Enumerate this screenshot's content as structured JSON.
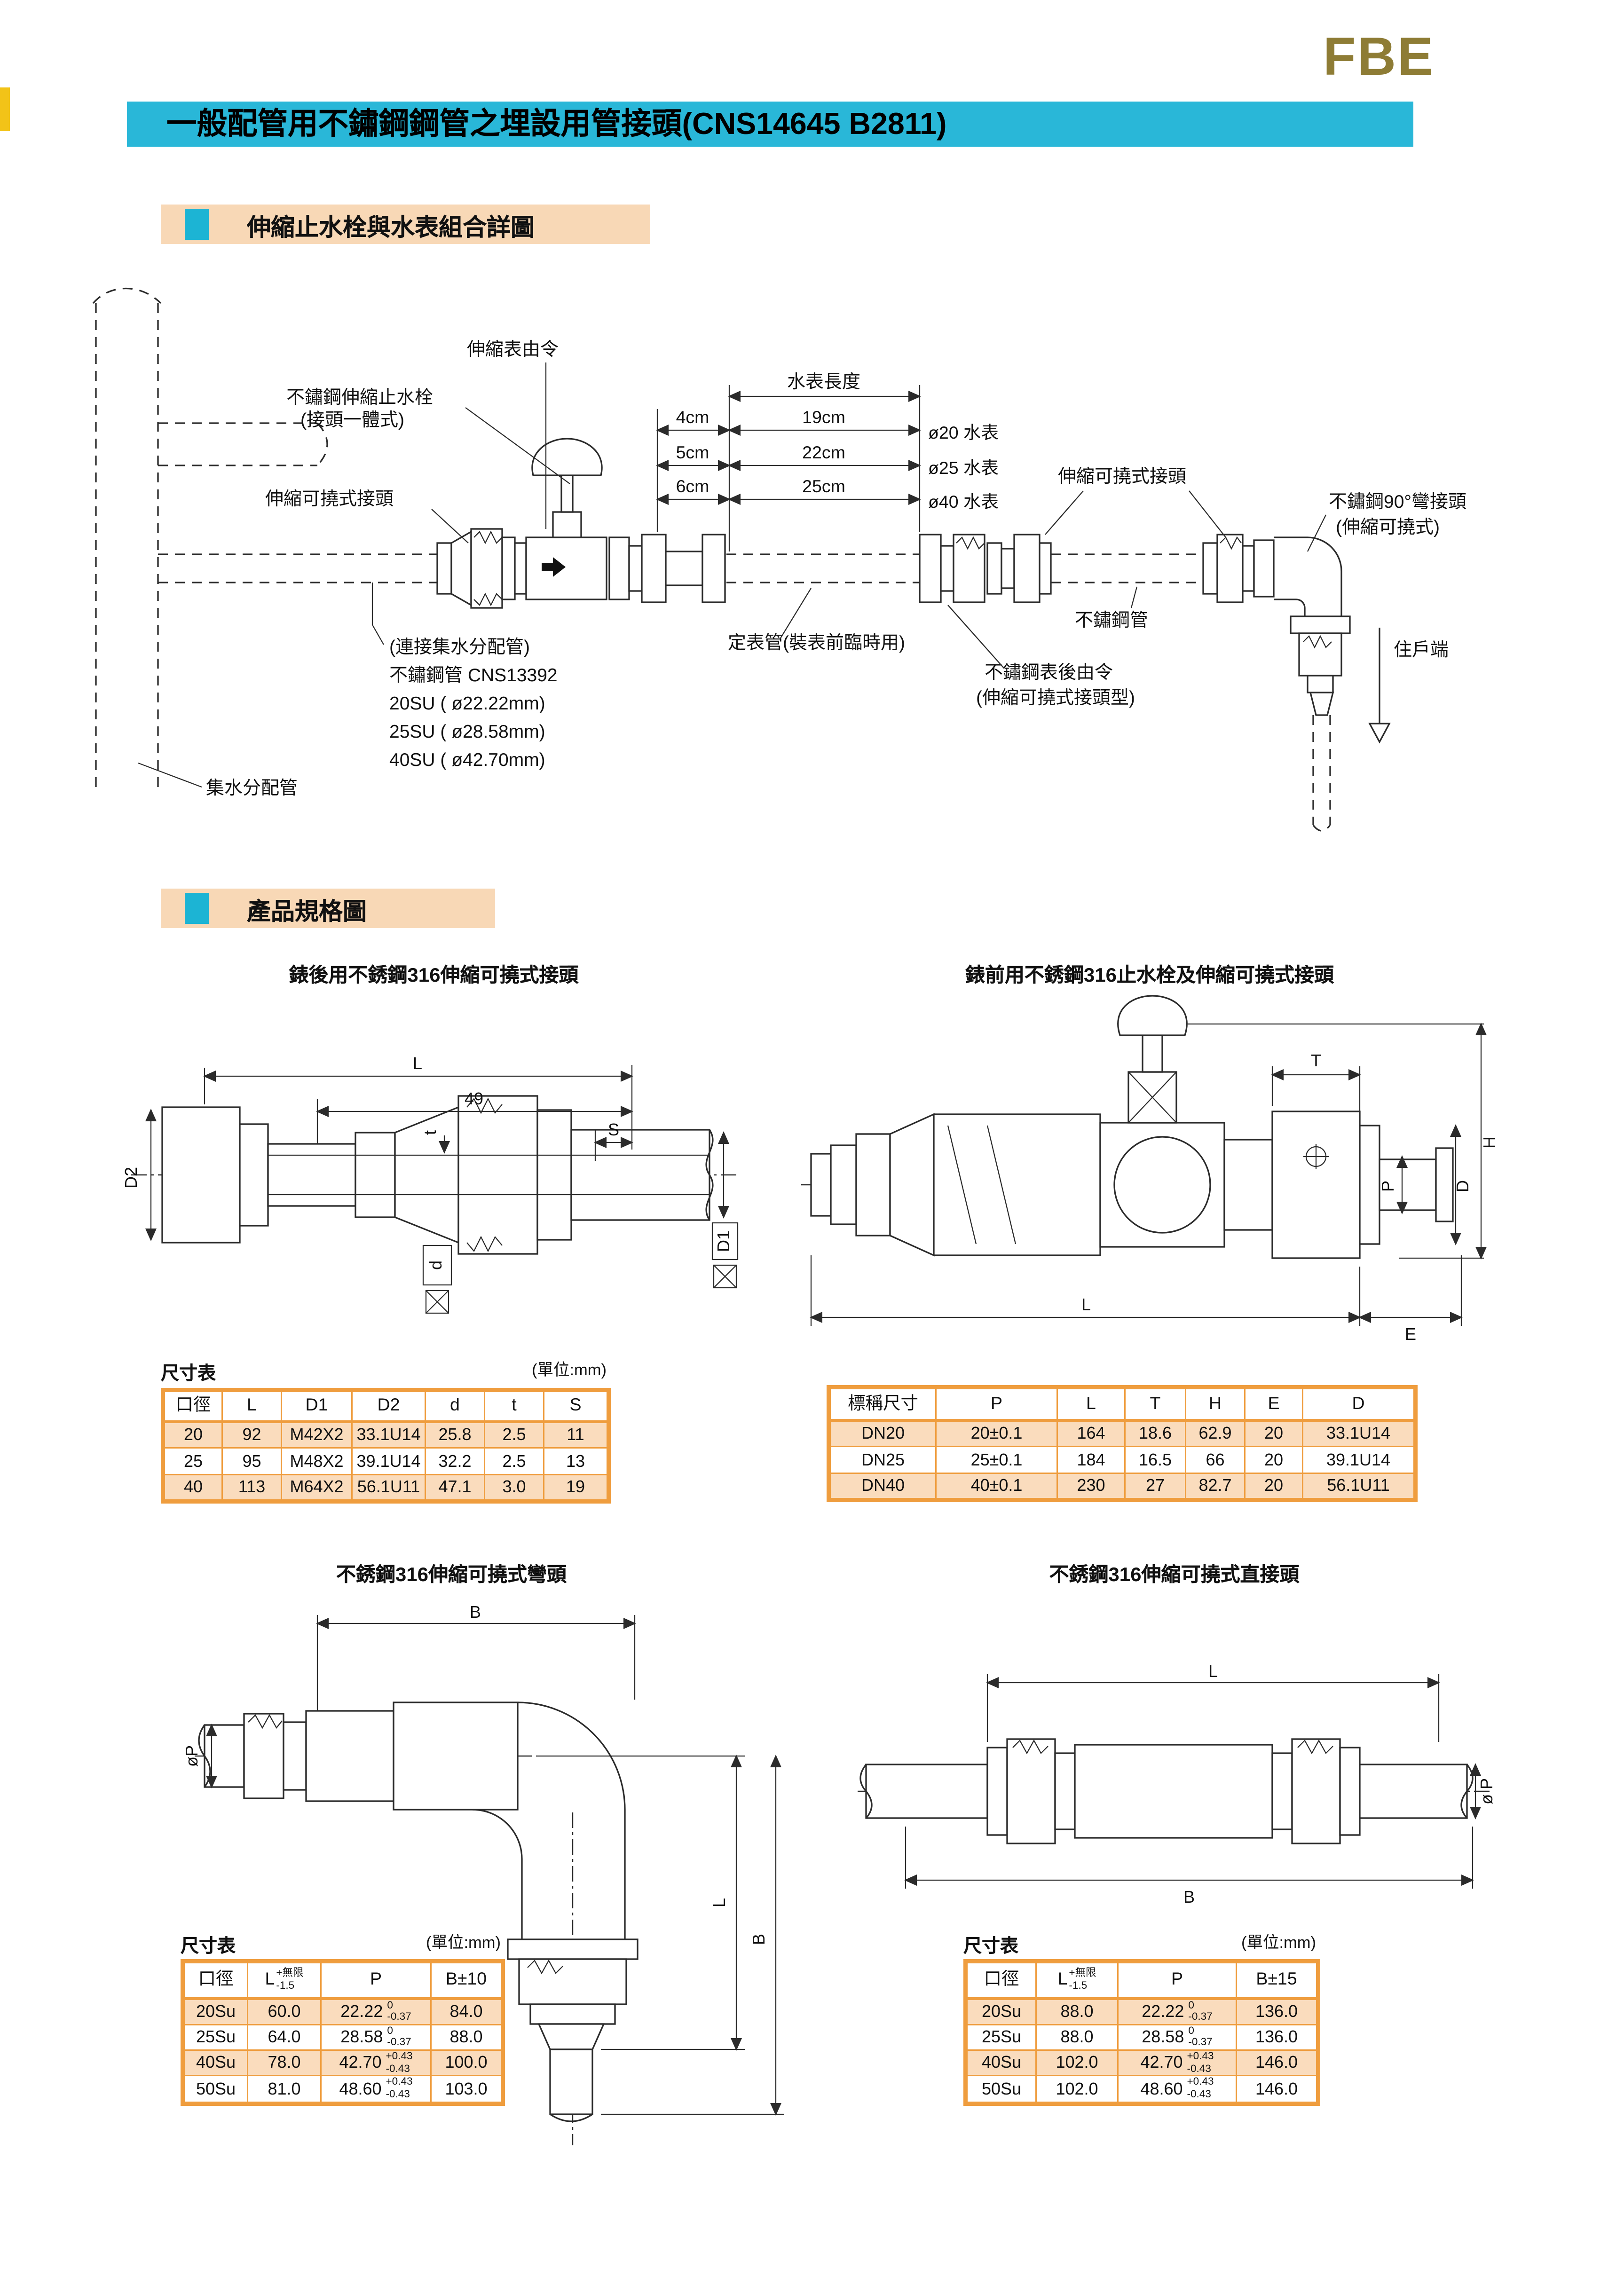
{
  "page": {
    "logo": "FBE",
    "title": "一般配管用不鏽鋼鋼管之埋設用管接頭(CNS14645 B2811)"
  },
  "sections": {
    "s1": "伸縮止水栓與水表組合詳圖",
    "s2": "產品規格圖"
  },
  "asm": {
    "union_top": "伸縮表由令",
    "meter_len": "水表長度",
    "valve1": "不鏽鋼伸縮止水栓",
    "valve2": "(接頭一體式)",
    "flex_left": "伸縮可撓式接頭",
    "flex_right": "伸縮可撓式接頭",
    "g1": "4cm",
    "m1": "19cm",
    "w1": "ø20 水表",
    "g2": "5cm",
    "m2": "22cm",
    "w2": "ø25 水表",
    "g3": "6cm",
    "m3": "25cm",
    "w3": "ø40 水表",
    "elbow1": "不鏽鋼90°彎接頭",
    "elbow2": "(伸縮可撓式)",
    "house": "住戶端",
    "pipe": "不鏽鋼管",
    "c1": "(連接集水分配管)",
    "c2": "不鏽鋼管 CNS13392",
    "c3": "20SU ( ø22.22mm)",
    "c4": "25SU ( ø28.58mm)",
    "c5": "40SU ( ø42.70mm)",
    "manifold": "集水分配管",
    "temp": "定表管(裝表前臨時用)",
    "rear1": "不鏽鋼表後由令",
    "rear2": "(伸縮可撓式接頭型)"
  },
  "d1": {
    "title": "錶後用不銹鋼316伸縮可撓式接頭",
    "L": "L",
    "n49": "49",
    "S": "S",
    "t": "t",
    "d": "d",
    "D2": "D2",
    "D1": "D1"
  },
  "d2": {
    "title": "錶前用不銹鋼316止水栓及伸縮可撓式接頭",
    "T": "T",
    "H": "H",
    "P": "P",
    "D": "D",
    "E": "E",
    "L": "L"
  },
  "d3": {
    "title": "不銹鋼316伸縮可撓式彎頭",
    "B": "B",
    "phiP": "øP",
    "L": "L",
    "B2": "B"
  },
  "d4": {
    "title": "不銹鋼316伸縮可撓式直接頭",
    "L": "L",
    "B": "B",
    "phiP": "ø P"
  },
  "t1": {
    "label": "尺寸表",
    "unit": "(單位:mm)",
    "h": [
      "口徑",
      "L",
      "D1",
      "D2",
      "d",
      "t",
      "S"
    ],
    "r": [
      [
        "20",
        "92",
        "M42X2",
        "33.1U14",
        "25.8",
        "2.5",
        "11"
      ],
      [
        "25",
        "95",
        "M48X2",
        "39.1U14",
        "32.2",
        "2.5",
        "13"
      ],
      [
        "40",
        "113",
        "M64X2",
        "56.1U11",
        "47.1",
        "3.0",
        "19"
      ]
    ]
  },
  "t2": {
    "h": [
      "標稱尺寸",
      "P",
      "L",
      "T",
      "H",
      "E",
      "D"
    ],
    "r": [
      [
        "DN20",
        "20±0.1",
        "164",
        "18.6",
        "62.9",
        "20",
        "33.1U14"
      ],
      [
        "DN25",
        "25±0.1",
        "184",
        "16.5",
        "66",
        "20",
        "39.1U14"
      ],
      [
        "DN40",
        "40±0.1",
        "230",
        "27",
        "82.7",
        "20",
        "56.1U11"
      ]
    ]
  },
  "t3": {
    "label": "尺寸表",
    "unit": "(單位:mm)",
    "h0": "口徑",
    "hL": "L",
    "hLt": "+無限",
    "hLb": "-1.5",
    "hP": "P",
    "hB": "B±10",
    "r": [
      {
        "s": "20Su",
        "l": "60.0",
        "p": "22.22",
        "tt": "0",
        "tb": "-0.37",
        "b": "84.0"
      },
      {
        "s": "25Su",
        "l": "64.0",
        "p": "28.58",
        "tt": "0",
        "tb": "-0.37",
        "b": "88.0"
      },
      {
        "s": "40Su",
        "l": "78.0",
        "p": "42.70",
        "tt": "+0.43",
        "tb": "-0.43",
        "b": "100.0"
      },
      {
        "s": "50Su",
        "l": "81.0",
        "p": "48.60",
        "tt": "+0.43",
        "tb": "-0.43",
        "b": "103.0"
      }
    ]
  },
  "t4": {
    "label": "尺寸表",
    "unit": "(單位:mm)",
    "h0": "口徑",
    "hL": "L",
    "hLt": "+無限",
    "hLb": "-1.5",
    "hP": "P",
    "hB": "B±15",
    "r": [
      {
        "s": "20Su",
        "l": "88.0",
        "p": "22.22",
        "tt": "0",
        "tb": "-0.37",
        "b": "136.0"
      },
      {
        "s": "25Su",
        "l": "88.0",
        "p": "28.58",
        "tt": "0",
        "tb": "-0.37",
        "b": "136.0"
      },
      {
        "s": "40Su",
        "l": "102.0",
        "p": "42.70",
        "tt": "+0.43",
        "tb": "-0.43",
        "b": "146.0"
      },
      {
        "s": "50Su",
        "l": "102.0",
        "p": "48.60",
        "tt": "+0.43",
        "tb": "-0.43",
        "b": "146.0"
      }
    ]
  },
  "colors": {
    "accent": "#29b7d8",
    "band": "#f8d8b6",
    "table_border": "#ef9d3e",
    "row_peach": "#fadcbd",
    "logo": "#8e7c35"
  }
}
